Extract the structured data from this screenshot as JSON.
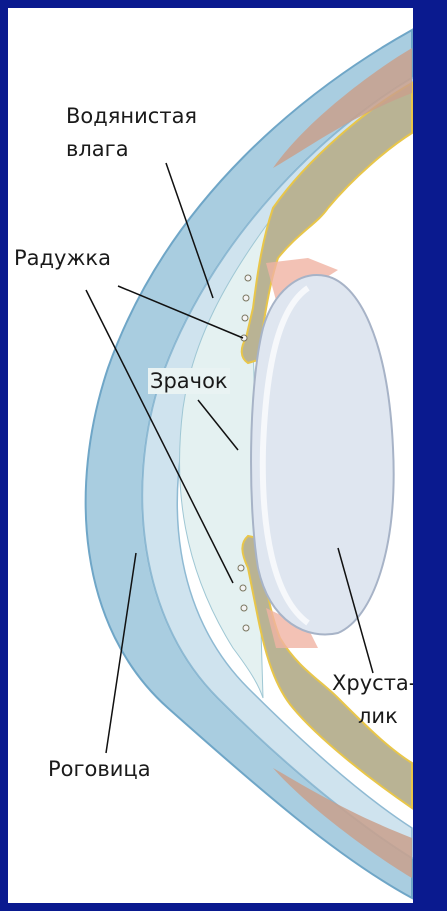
{
  "labels": {
    "aqueous_line1": "Водянистая",
    "aqueous_line2": "влага",
    "iris": "Радужка",
    "pupil": "Зрачок",
    "lens_line1": "Хруста-",
    "lens_line2": "лик",
    "cornea": "Роговица"
  },
  "colors": {
    "frame": "#0a1a8f",
    "background": "#ffffff",
    "cornea": "#a9cde0",
    "sclera_band": "#bcd6e6",
    "aqueous": "#e4f1f1",
    "lens": "#dfe6f0",
    "iris_tissue": "#b9b394",
    "ciliary": "#c9a08c",
    "zonule": "#f0b3a3",
    "yellow_outline": "#e8c64a",
    "leader": "#111111"
  }
}
